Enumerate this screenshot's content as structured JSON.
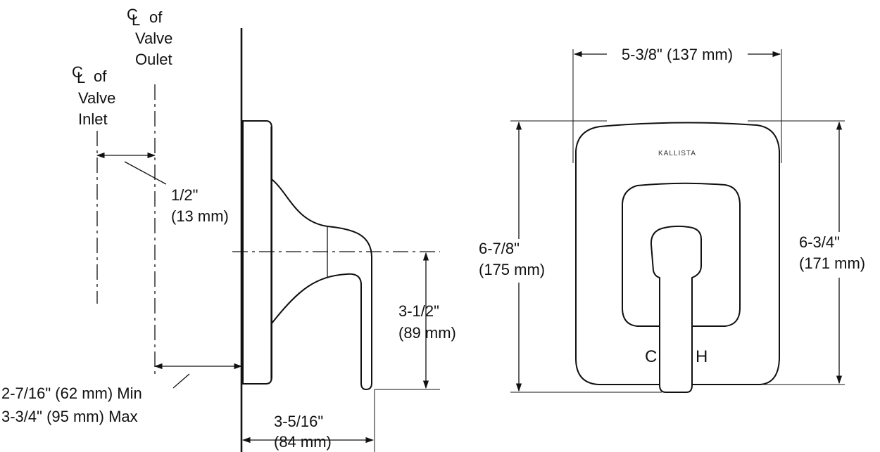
{
  "side_view": {
    "valve_outlet_label": [
      "of",
      "Valve",
      "Oulet"
    ],
    "valve_inlet_label": [
      "of",
      "Valve",
      "Inlet"
    ],
    "centerline_symbol": "CL",
    "offset_dim": [
      "1/2\"",
      "(13 mm)"
    ],
    "depth_dim": [
      "2-7/16\" (62 mm) Min",
      "3-3/4\" (95 mm) Max"
    ],
    "handle_drop_dim": [
      "3-1/2\"",
      "(89 mm)"
    ],
    "projection_dim": [
      "3-5/16\"",
      "(84 mm)"
    ]
  },
  "front_view": {
    "brand_text": "KALLISTA",
    "width_dim": "5-3/8\" (137 mm)",
    "height_dim": [
      "6-7/8\"",
      "(175 mm)"
    ],
    "handle_height_dim": [
      "6-3/4\"",
      "(171 mm)"
    ],
    "cold_label": "C",
    "hot_label": "H"
  }
}
